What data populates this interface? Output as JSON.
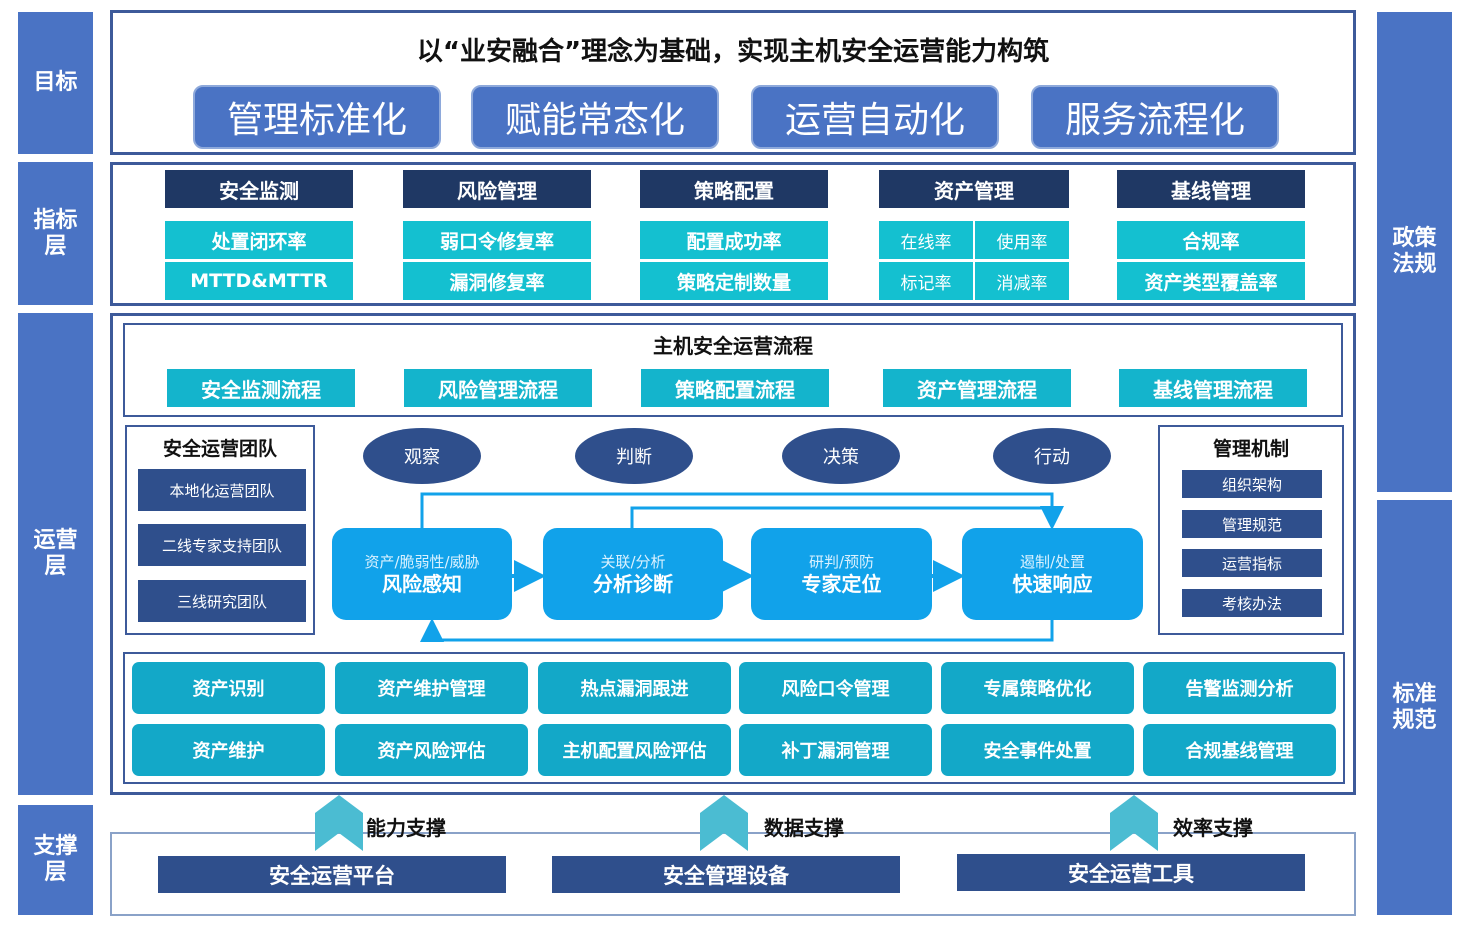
{
  "sidebar": {
    "goal": "目标",
    "indicator": "指标层",
    "operation": "运营层",
    "support": "支撑层"
  },
  "right_bar": {
    "policy": "政策法规",
    "standard": "标准规范"
  },
  "goal_section": {
    "title": "以“业安融合”理念为基础，实现主机安全运营能力构筑",
    "pills": [
      "管理标准化",
      "赋能常态化",
      "运营自动化",
      "服务流程化"
    ]
  },
  "indicators": {
    "columns": [
      {
        "header": "安全监测",
        "row1": "处置闭环率",
        "row2": "MTTD&MTTR"
      },
      {
        "header": "风险管理",
        "row1": "弱口令修复率",
        "row2": "漏洞修复率"
      },
      {
        "header": "策略配置",
        "row1": "配置成功率",
        "row2": "策略定制数量"
      },
      {
        "header": "资产管理",
        "cells": [
          "在线率",
          "使用率",
          "标记率",
          "消减率"
        ]
      },
      {
        "header": "基线管理",
        "row1": "合规率",
        "row2": "资产类型覆盖率"
      }
    ]
  },
  "operations": {
    "process_title": "主机安全运营流程",
    "processes": [
      "安全监测流程",
      "风险管理流程",
      "策略配置流程",
      "资产管理流程",
      "基线管理流程"
    ],
    "team": {
      "title": "安全运营团队",
      "items": [
        "本地化运营团队",
        "二线专家支持团队",
        "三线研究团队"
      ]
    },
    "ooda": [
      "观察",
      "判断",
      "决策",
      "行动"
    ],
    "flow": [
      {
        "sub": "资产/脆弱性/威胁",
        "main": "风险感知"
      },
      {
        "sub": "关联/分析",
        "main": "分析诊断"
      },
      {
        "sub": "研判/预防",
        "main": "专家定位"
      },
      {
        "sub": "遏制/处置",
        "main": "快速响应"
      }
    ],
    "mechanism": {
      "title": "管理机制",
      "items": [
        "组织架构",
        "管理规范",
        "运营指标",
        "考核办法"
      ]
    },
    "tasks": [
      [
        "资产识别",
        "资产维护管理",
        "热点漏洞跟进",
        "风险口令管理",
        "专属策略优化",
        "告警监测分析"
      ],
      [
        "资产维护",
        "资产风险评估",
        "主机配置风险评估",
        "补丁漏洞管理",
        "安全事件处置",
        "合规基线管理"
      ]
    ]
  },
  "support": {
    "arrow_labels": [
      "能力支撑",
      "数据支撑",
      "效率支撑"
    ],
    "items": [
      "安全运营平台",
      "安全管理设备",
      "安全运营工具"
    ]
  },
  "colors": {
    "side": "#4a73c4",
    "dark_navy": "#1f3864",
    "teal": "#14c0d0",
    "flow_blue": "#11a2ea",
    "frame": "#3d5a9a"
  }
}
